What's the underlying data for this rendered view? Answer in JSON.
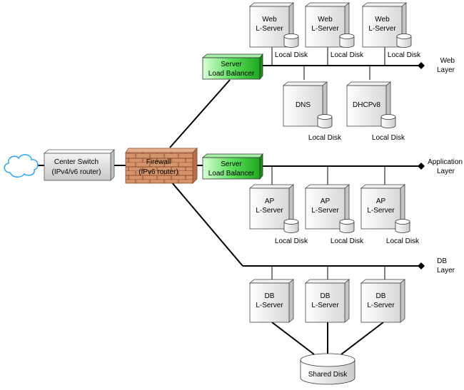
{
  "network": {
    "center_switch": {
      "line1": "Center Switch",
      "line2": "(IPv4/v6 router)"
    },
    "firewall": {
      "line1": "Firewall",
      "line2": "(IPv6 router)"
    }
  },
  "load_balancers": {
    "web": {
      "line1": "Server",
      "line2": "Load Balancer"
    },
    "app": {
      "line1": "Server",
      "line2": "Load Balancer"
    }
  },
  "layers": {
    "web": {
      "line1": "Web",
      "line2": "Layer"
    },
    "app": {
      "line1": "Application",
      "line2": "Layer"
    },
    "db": {
      "line1": "DB",
      "line2": "Layer"
    }
  },
  "servers": {
    "web": [
      {
        "line1": "Web",
        "line2": "L-Server",
        "disk": "Local Disk"
      },
      {
        "line1": "Web",
        "line2": "L-Server",
        "disk": "Local Disk"
      },
      {
        "line1": "Web",
        "line2": "L-Server",
        "disk": "Local Disk"
      }
    ],
    "infra": [
      {
        "line1": "DNS",
        "disk": "Local Disk"
      },
      {
        "line1": "DHCPv8",
        "disk": "Local Disk"
      }
    ],
    "app": [
      {
        "line1": "AP",
        "line2": "L-Server",
        "disk": "Local Disk"
      },
      {
        "line1": "AP",
        "line2": "L-Server",
        "disk": "Local Disk"
      },
      {
        "line1": "AP",
        "line2": "L-Server",
        "disk": "Local Disk"
      }
    ],
    "db": [
      {
        "line1": "DB",
        "line2": "L-Server"
      },
      {
        "line1": "DB",
        "line2": "L-Server"
      },
      {
        "line1": "DB",
        "line2": "L-Server"
      }
    ]
  },
  "shared_disk": {
    "label": "Shared Disk"
  },
  "colors": {
    "server_face": "#e0e0e0",
    "server_side": "#ffffff",
    "lb_green": "#2bc22b",
    "brick": "#d4956c",
    "cloud": "#2aa8ff",
    "line": "#000000"
  }
}
